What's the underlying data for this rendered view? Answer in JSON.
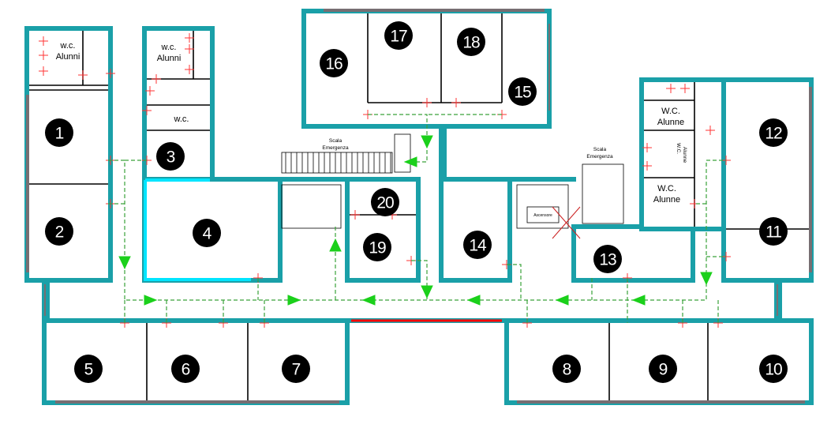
{
  "rooms": [
    {
      "id": "1",
      "label": "1"
    },
    {
      "id": "2",
      "label": "2"
    },
    {
      "id": "3",
      "label": "3"
    },
    {
      "id": "4",
      "label": "4"
    },
    {
      "id": "5",
      "label": "5"
    },
    {
      "id": "6",
      "label": "6"
    },
    {
      "id": "7",
      "label": "7"
    },
    {
      "id": "8",
      "label": "8"
    },
    {
      "id": "9",
      "label": "9"
    },
    {
      "id": "10",
      "label": "10"
    },
    {
      "id": "11",
      "label": "11"
    },
    {
      "id": "12",
      "label": "12"
    },
    {
      "id": "13",
      "label": "13"
    },
    {
      "id": "14",
      "label": "14"
    },
    {
      "id": "15",
      "label": "15"
    },
    {
      "id": "16",
      "label": "16"
    },
    {
      "id": "17",
      "label": "17"
    },
    {
      "id": "18",
      "label": "18"
    },
    {
      "id": "19",
      "label": "19"
    },
    {
      "id": "20",
      "label": "20"
    }
  ],
  "labels": {
    "wc_alunni_left_1": "w.c.",
    "wc_alunni_left_2": "Alunni",
    "wc_alunni_mid_1": "w.c.",
    "wc_alunni_mid_2": "Alunni",
    "wc_mid": "w.c.",
    "wc_alunne_top_1": "W.C.",
    "wc_alunne_top_2": "Alunne",
    "wc_alunne_small_1": "W.C.",
    "wc_alunne_small_2": "Alunne",
    "wc_alunne_bot_1": "W.C.",
    "wc_alunne_bot_2": "Alunne",
    "scala_emergenza_left_1": "Scala",
    "scala_emergenza_left_2": "Emergenza",
    "scala_emergenza_right_1": "Scala",
    "scala_emergenza_right_2": "Emergenza",
    "ascensore": "Ascensore"
  },
  "colors": {
    "wall": "#1aa0a8",
    "window": "#d43c3c",
    "route": "#3aa23a",
    "arrow": "#1bd01b",
    "highlight": "#00e5ff"
  }
}
